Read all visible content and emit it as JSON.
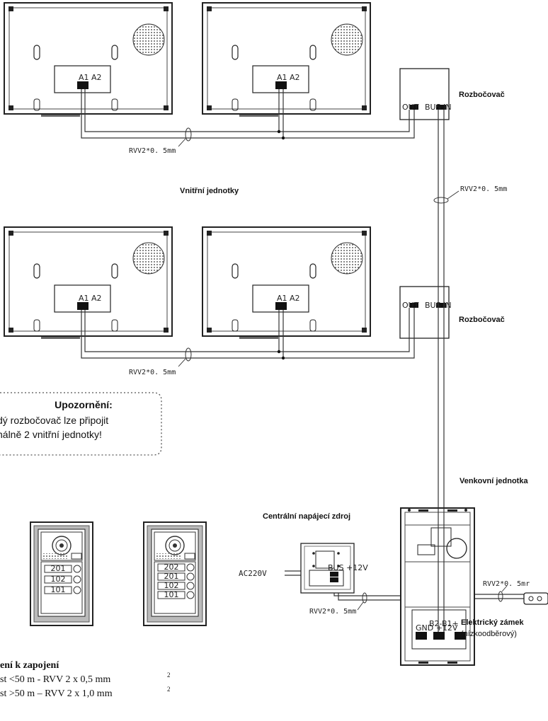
{
  "labels": {
    "indoor_units": "Vnitřní jednotky",
    "splitter_top": "Rozbočovač",
    "splitter_bottom": "Rozbočovač",
    "outdoor_unit": "Venkovní jednotka",
    "power_supply": "Centrální napájecí zdroj",
    "electric_lock": "Elektrický zámek",
    "lock_note": "(nízkoodběrový)",
    "ac_input": "AC220V"
  },
  "cables": {
    "top_bus": "RVV2*0. 5mm",
    "riser": "RVV2*0. 5mm",
    "bottom_bus": "RVV2*0. 5mm",
    "power": "RVV2*0. 5mm",
    "lock": "RVV2*0. 5mr"
  },
  "warning": {
    "title": "Upozornění:",
    "line1": "dý rozbočovač lze připojit",
    "line2": "nálně 2 vnitřní jednotky!"
  },
  "wiring_note": {
    "title": "ení k zapojení",
    "line1": "st <50 m - RVV 2 x 0,5 mm",
    "line2": "st >50 m – RVV 2 x 1,0 mm",
    "sup": "2"
  },
  "panel_small": {
    "buttons": [
      "201",
      "102",
      "101"
    ]
  },
  "panel_large": {
    "buttons": [
      "202",
      "201",
      "102",
      "101"
    ]
  },
  "terminals": {
    "monitor": "A1 A2",
    "splitter_out": "OUT",
    "splitter_bus": "BUS IN",
    "door_b2": "B2-",
    "door_b1": "B1+",
    "door_gnd": "GND +12V",
    "psu_out": "BUS +12V"
  }
}
